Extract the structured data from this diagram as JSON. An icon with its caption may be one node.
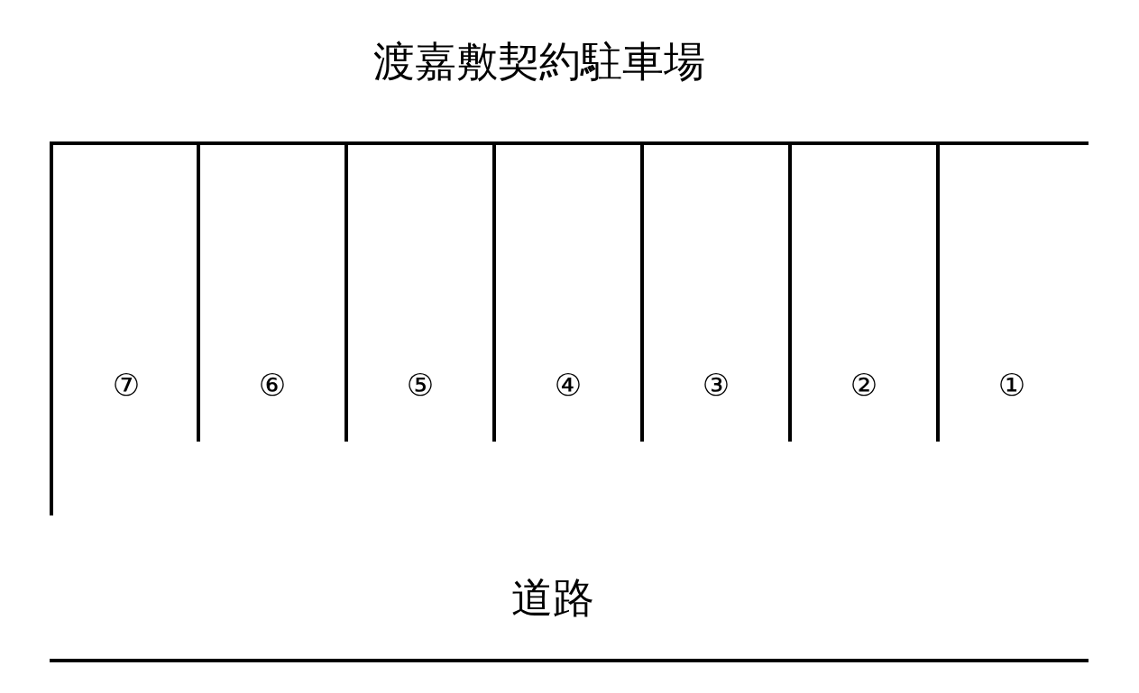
{
  "diagram": {
    "title": "渡嘉敷契約駐車場",
    "labels": [
      "⑦",
      "⑥",
      "⑤",
      "④",
      "③",
      "②",
      "①",
      "道路"
    ]
  }
}
